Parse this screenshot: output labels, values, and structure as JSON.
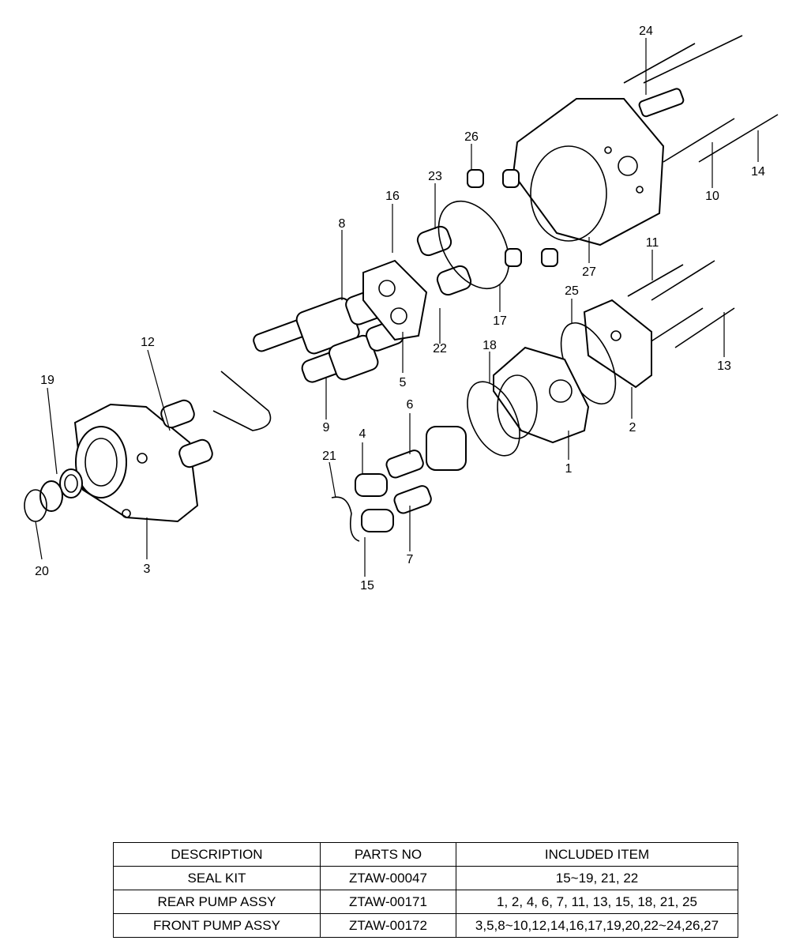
{
  "diagram": {
    "callouts": [
      "1",
      "2",
      "3",
      "4",
      "5",
      "6",
      "7",
      "8",
      "9",
      "10",
      "11",
      "12",
      "13",
      "14",
      "15",
      "16",
      "17",
      "18",
      "19",
      "20",
      "21",
      "22",
      "23",
      "24",
      "25",
      "26",
      "27"
    ]
  },
  "table": {
    "headers": [
      "DESCRIPTION",
      "PARTS NO",
      "INCLUDED ITEM"
    ],
    "rows": [
      [
        "SEAL KIT",
        "ZTAW-00047",
        "15~19, 21, 22"
      ],
      [
        "REAR PUMP ASSY",
        "ZTAW-00171",
        "1, 2, 4, 6, 7, 11, 13, 15, 18, 21, 25"
      ],
      [
        "FRONT PUMP ASSY",
        "ZTAW-00172",
        "3,5,8~10,12,14,16,17,19,20,22~24,26,27"
      ]
    ]
  }
}
